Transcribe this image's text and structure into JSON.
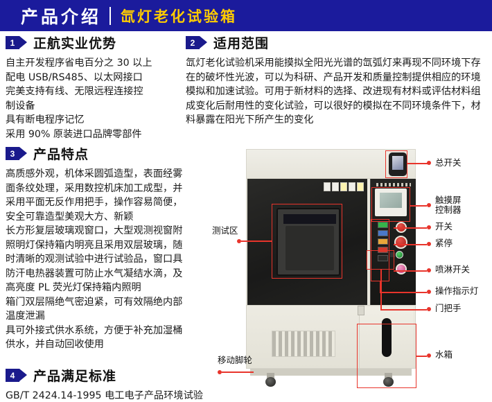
{
  "header": {
    "title": "产品介绍",
    "subtitle": "氙灯老化试验箱",
    "bg_color": "#1b1b9c",
    "subtitle_color": "#ffcc00"
  },
  "sections": [
    {
      "number": "1",
      "title": "正航实业优势",
      "lines": [
        "自主开发程序省电百分之 30 以上",
        "配电 USB/RS485、以太网接口",
        "完美支持有线、无限远程连接控",
        "制设备",
        "具有断电程序记忆",
        "采用 90% 原装进口品牌零部件"
      ]
    },
    {
      "number": "2",
      "title": "适用范围",
      "paragraph": "氙灯老化试验机采用能摸拟全阳光光谱的氙弧灯来再现不同环境下存在的破坏性光波，可以为科研、产品开发和质量控制提供相应的环境模拟和加速试验。可用于新材料的选择、改进现有材料或评估材料组成变化后耐用性的变化试验，可以很好的模拟在不同环境条件下，材料暴露在阳光下所产生的变化"
    },
    {
      "number": "3",
      "title": "产品特点",
      "lines": [
        "高质感外观，机体采圆弧造型，表面经雾",
        "面条纹处理，采用数控机床加工成型，并",
        "采用平面无反作用把手，操作容易简便，",
        "安全可靠造型美观大方、新颖",
        "长方形复层玻璃观窗口，大型观测视窗附",
        "照明灯保持箱内明亮且采用双层玻璃，随",
        "时清晰的观测试验中进行试验品，窗口具",
        "防汗电热器装置可防止水气凝结水滴，及",
        "高亮度 PL 荧光灯保持箱内照明",
        "箱门双层隔绝气密迫紧，可有效隔绝内部",
        "温度泄漏",
        "具可外接式供水系统，方便于补充加湿桶",
        "供水，并自动回收使用"
      ]
    },
    {
      "number": "4",
      "title": "产品满足标准",
      "lines": [
        "GB/T 2424.14-1995 电工电子产品环境试验"
      ]
    }
  ],
  "photo": {
    "callout_color": "#e8342b",
    "labels": {
      "test_area": "测试区",
      "main_switch": "总开关",
      "touch_controller": "触摸屏\n控制器",
      "switch": "开关",
      "emergency_stop": "紧停",
      "spray_switch": "喷淋开关",
      "operation_indicator": "操作指示灯",
      "door_handle": "门把手",
      "water_tank": "水箱",
      "caster": "移动脚轮"
    }
  }
}
